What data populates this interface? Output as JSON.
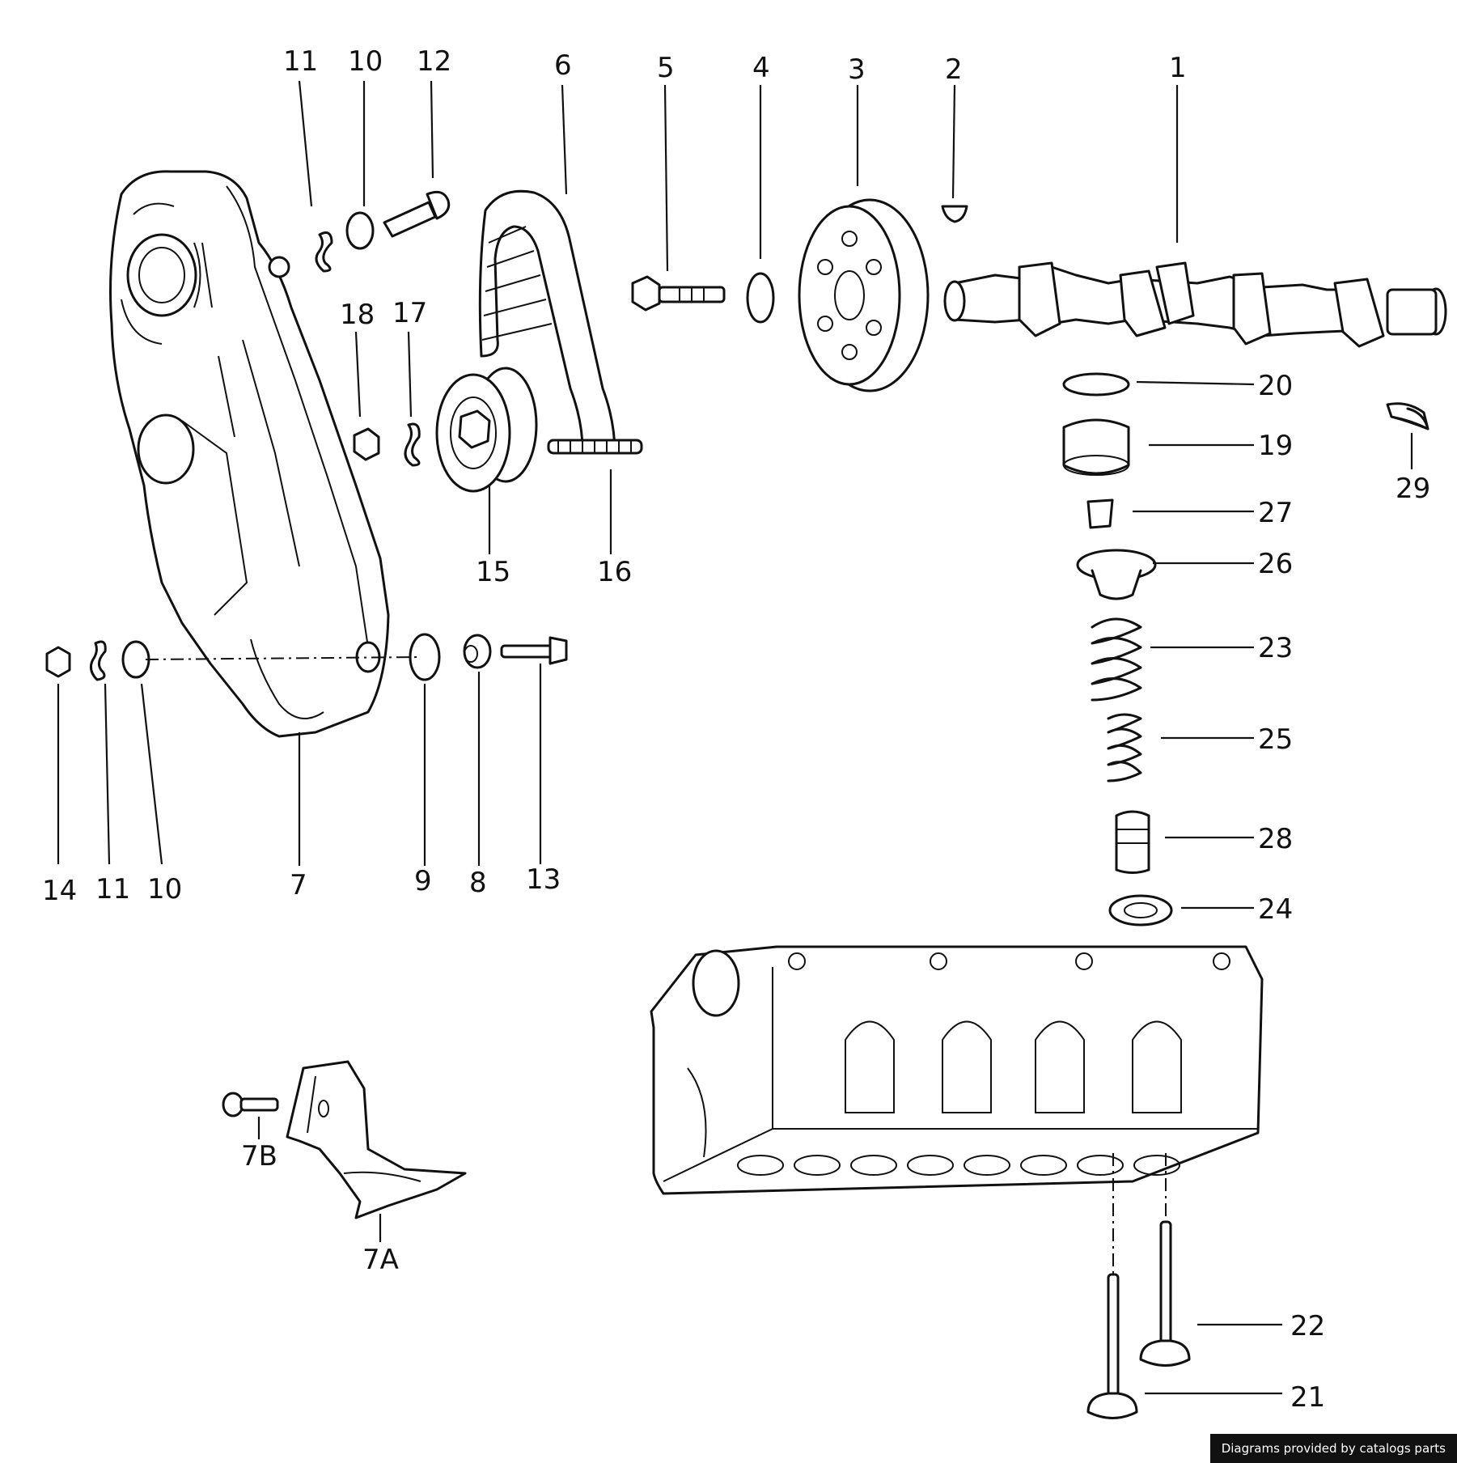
{
  "labels": {
    "l1": "1",
    "l2": "2",
    "l3": "3",
    "l4": "4",
    "l5": "5",
    "l6": "6",
    "l7": "7",
    "l7a": "7A",
    "l7b": "7B",
    "l8": "8",
    "l9": "9",
    "l10a": "10",
    "l10b": "10",
    "l11a": "11",
    "l11b": "11",
    "l12": "12",
    "l13": "13",
    "l14": "14",
    "l15": "15",
    "l16": "16",
    "l17": "17",
    "l18": "18",
    "l19": "19",
    "l20": "20",
    "l21": "21",
    "l22": "22",
    "l23": "23",
    "l24": "24",
    "l25": "25",
    "l26": "26",
    "l27": "27",
    "l28": "28",
    "l29": "29"
  },
  "credit": "Diagrams provided by catalogs parts"
}
